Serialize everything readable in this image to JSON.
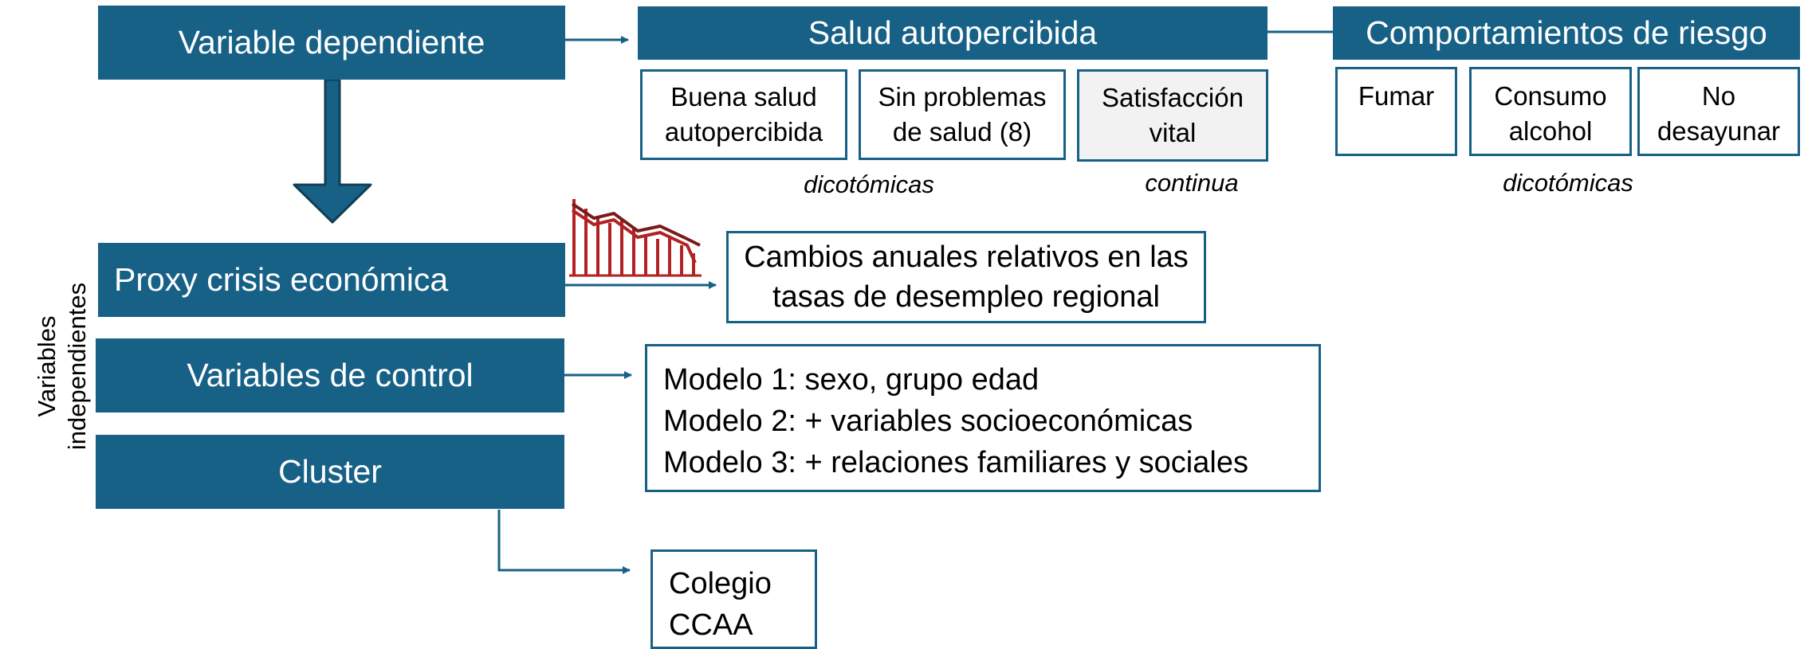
{
  "left_column": {
    "dependent": "Variable dependiente",
    "proxy": "Proxy crisis económica",
    "control": "Variables de control",
    "cluster": "Cluster",
    "side_label_line1": "Variables",
    "side_label_line2": "independientes"
  },
  "salud": {
    "title": "Salud autopercibida",
    "box1_line1": "Buena salud",
    "box1_line2": "autopercibida",
    "box2_line1": "Sin problemas",
    "box2_line2": "de salud (8)",
    "box3_line1": "Satisfacción",
    "box3_line2": "vital",
    "caption_dicotomicas": "dicotómicas",
    "caption_continua": "continua"
  },
  "riesgo": {
    "title": "Comportamientos de riesgo",
    "box1": "Fumar",
    "box2_line1": "Consumo",
    "box2_line2": "alcohol",
    "box3_line1": "No",
    "box3_line2": "desayunar",
    "caption": "dicotómicas"
  },
  "desempleo": {
    "line1": "Cambios anuales relativos en las",
    "line2": "tasas de desempleo regional"
  },
  "modelos": {
    "m1": "Modelo 1: sexo, grupo edad",
    "m2": "Modelo 2: + variables socioeconómicas",
    "m3": "Modelo 3: + relaciones familiares y sociales"
  },
  "cluster_box": {
    "line1": "Colegio",
    "line2": "CCAA"
  },
  "colors": {
    "primary": "#176186",
    "chart_icon": "#b22222",
    "grey_box": "#f2f2f2"
  },
  "icons": {
    "declining_chart": "declining-chart-icon"
  }
}
